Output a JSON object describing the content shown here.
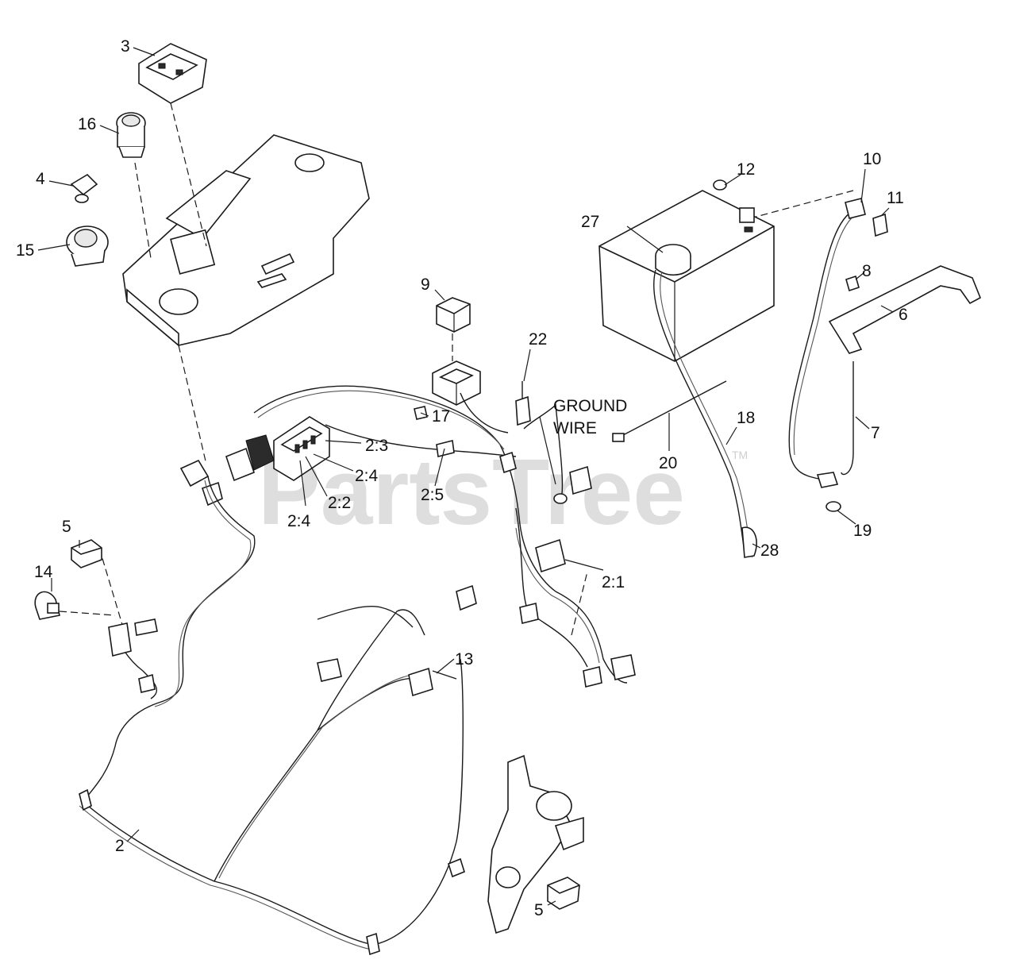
{
  "callouts": [
    {
      "id": "c3",
      "text": "3"
    },
    {
      "id": "c16",
      "text": "16"
    },
    {
      "id": "c4",
      "text": "4"
    },
    {
      "id": "c15",
      "text": "15"
    },
    {
      "id": "c9",
      "text": "9"
    },
    {
      "id": "c22",
      "text": "22"
    },
    {
      "id": "c17",
      "text": "17"
    },
    {
      "id": "c2_3",
      "text": "2:3"
    },
    {
      "id": "c2_4a",
      "text": "2:4"
    },
    {
      "id": "c2_2",
      "text": "2:2"
    },
    {
      "id": "c2_4b",
      "text": "2:4"
    },
    {
      "id": "c2_5",
      "text": "2:5"
    },
    {
      "id": "c27",
      "text": "27"
    },
    {
      "id": "c12",
      "text": "12"
    },
    {
      "id": "c10",
      "text": "10"
    },
    {
      "id": "c11",
      "text": "11"
    },
    {
      "id": "c8",
      "text": "8"
    },
    {
      "id": "c6",
      "text": "6"
    },
    {
      "id": "c7",
      "text": "7"
    },
    {
      "id": "c18",
      "text": "18"
    },
    {
      "id": "c20",
      "text": "20"
    },
    {
      "id": "c19",
      "text": "19"
    },
    {
      "id": "c28",
      "text": "28"
    },
    {
      "id": "c2_1",
      "text": "2:1"
    },
    {
      "id": "c5a",
      "text": "5"
    },
    {
      "id": "c14",
      "text": "14"
    },
    {
      "id": "c13",
      "text": "13"
    },
    {
      "id": "c2",
      "text": "2"
    },
    {
      "id": "c5b",
      "text": "5"
    }
  ],
  "ground_wire_label": {
    "line1": "GROUND",
    "line2": "WIRE"
  },
  "watermark": {
    "text": "PartsTree",
    "trademark": "TM"
  },
  "colors": {
    "line": "#1a1a1a",
    "watermark": "#d4d4d4",
    "background": "#ffffff"
  }
}
